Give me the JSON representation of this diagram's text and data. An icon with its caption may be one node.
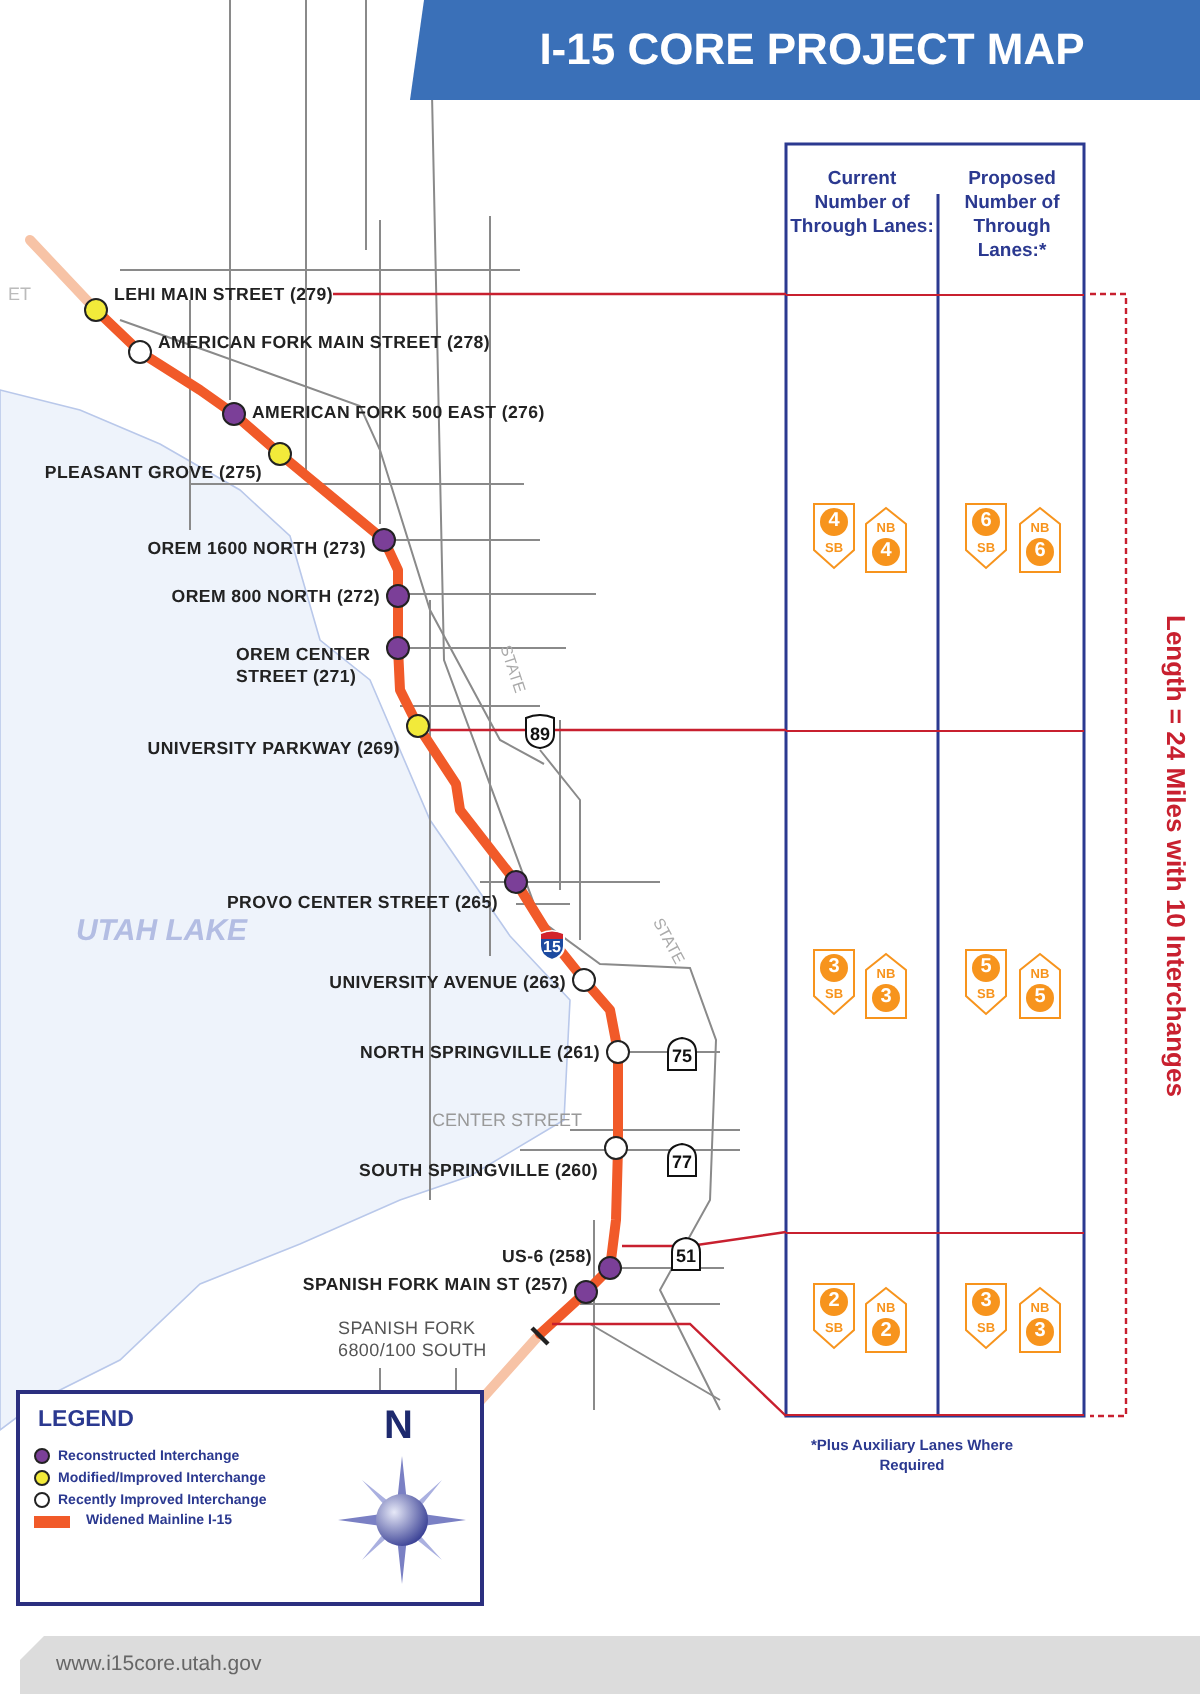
{
  "diagram": {
    "title": "I-15 CORE PROJECT MAP",
    "nodes": [
      {
        "text": [
          "LEHI MAIN STREET (279)"
        ]
      },
      {
        "text": [
          "AMERICAN FORK MAIN STREET (278)"
        ]
      },
      {
        "text": [
          "AMERICAN FORK 500 EAST (276)"
        ]
      },
      {
        "text": [
          "PLEASANT GROVE (275)"
        ]
      },
      {
        "text": [
          "OREM 1600 NORTH (273)"
        ]
      },
      {
        "text": [
          "OREM 800 NORTH (272)"
        ]
      },
      {
        "text": [
          "OREM CENTER STREET (271)"
        ]
      },
      {
        "text": [
          "UNIVERSITY PARKWAY (269)"
        ]
      },
      {
        "text": [
          "PROVO CENTER STREET (265)"
        ]
      },
      {
        "text": [
          "UNIVERSITY AVENUE (263)"
        ]
      },
      {
        "text": [
          "NORTH SPRINGVILLE (261)"
        ]
      },
      {
        "text": [
          "SOUTH SPRINGVILLE (260)"
        ]
      },
      {
        "text": [
          "US-6 (258)"
        ]
      },
      {
        "text": [
          "SPANISH FORK MAIN ST (257)"
        ]
      },
      {
        "text": [
          "SPANISH FORK 6800/100 SOUTH"
        ]
      },
      {
        "text": [],
        "shape": "box"
      },
      {
        "text": [
          "4",
          "SB"
        ],
        "in": 15
      },
      {
        "text": [
          "NB",
          "4"
        ],
        "in": 15
      },
      {
        "text": [
          "6",
          "SB"
        ],
        "in": 15
      },
      {
        "text": [
          "NB",
          "6"
        ],
        "in": 15
      },
      {
        "text": [],
        "shape": "box"
      },
      {
        "text": [
          "3",
          "SB"
        ],
        "in": 20
      },
      {
        "text": [
          "NB",
          "3"
        ],
        "in": 20
      },
      {
        "text": [
          "5",
          "SB"
        ],
        "in": 20
      },
      {
        "text": [
          "NB",
          "5"
        ],
        "in": 20
      },
      {
        "text": [],
        "shape": "box"
      },
      {
        "text": [
          "2",
          "SB"
        ],
        "in": 25
      },
      {
        "text": [
          "NB",
          "2"
        ],
        "in": 25
      },
      {
        "text": [
          "3",
          "SB"
        ],
        "in": 25
      },
      {
        "text": [
          "NB",
          "3"
        ],
        "in": 25
      }
    ],
    "edges": [
      {
        "from": 0,
        "to": 15,
        "arrow": "none"
      },
      {
        "from": 7,
        "to": 20,
        "arrow": "none"
      },
      {
        "from": 12,
        "to": 25,
        "arrow": "none"
      },
      {
        "from": 14,
        "to": 25,
        "arrow": "none"
      }
    ],
    "labels": [
      "ET",
      "STATE",
      "89",
      "UTAH LAKE",
      "15",
      "STATE",
      "75",
      "CENTER STREET",
      "77",
      "51",
      "Current Number of Through Lanes:",
      "Proposed Number of Through Lanes:*",
      "Length = 24 Miles with 10 Interchanges",
      "*Plus Auxiliary Lanes Where Required",
      "LEGEND",
      "N",
      "www.i15core.utah.gov"
    ],
    "legend": [
      {
        "text": "Reconstructed Interchange",
        "color": "#7b3f98"
      },
      {
        "text": "Modified/Improved Interchange",
        "color": "#f2ea3a"
      },
      {
        "text": "Recently Improved Interchange",
        "color": "#ffffff"
      },
      {
        "text": "Widened Mainline I-15",
        "color": "#f15a29"
      }
    ]
  }
}
